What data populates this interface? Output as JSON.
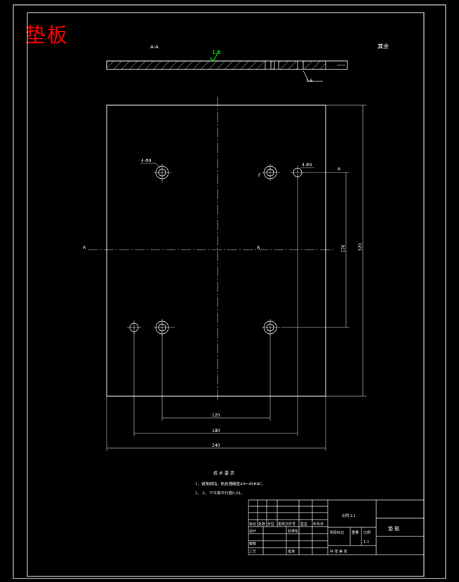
{
  "drawing": {
    "title_red": "垫板",
    "section_label": "A-A",
    "others_label": "其余",
    "roughness_top": "1.6",
    "roughness_bottom": "1.6",
    "hole_callout_left": "4-Φ9",
    "hole_callout_right": "4-Φ9",
    "section_marker_a": "A",
    "center_marker": "A",
    "dim_inner_width": "120",
    "dim_middle_width": "180",
    "dim_overall_width": "240",
    "dim_hole_spacing_v": "170",
    "dim_overall_height": "320",
    "hole_side_label": "F"
  },
  "notes": {
    "title": "技 术 要 求",
    "line1": "1、锐角倒钝，热处理硬度40～45HRC。",
    "line2": "2、上、下平面平行度0.01。"
  },
  "title_block": {
    "scale_label": "比例 1:1",
    "part_name": "垫 板",
    "row_labels": [
      "标记",
      "处数",
      "分区",
      "更改文件号",
      "签名",
      "年月日"
    ],
    "designer_label": "设计",
    "standardize_label": "标准化",
    "stage_label": "阶段标记",
    "weight_label": "重量",
    "scale_col_label": "比例",
    "review_label": "审核",
    "process_label": "工艺",
    "approve_label": "批准",
    "sheet_label": "共  张 第  张",
    "scale_value": "1:1"
  }
}
